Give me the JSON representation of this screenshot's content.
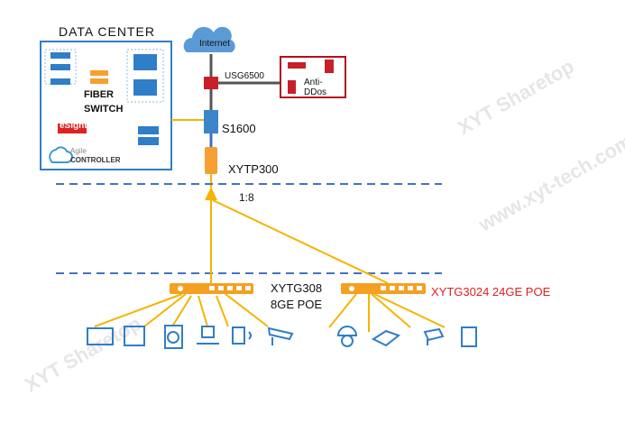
{
  "data_center": {
    "title": "DATA CENTER",
    "fiber_switch_label": "FIBER\nSWITCH",
    "esight_label": "eSight",
    "agile_label": "Agile",
    "controller_label": "CONTROLLER"
  },
  "internet_label": "Internet",
  "firewall_label": "USG6500",
  "anti_ddos_label": "Anti-DDos",
  "core_switch_label": "S1600",
  "olt_label": "XYTP300",
  "splitter_ratio": "1:8",
  "onu1": {
    "model": "XYTG308",
    "desc": "8GE POE"
  },
  "onu2": {
    "label": "XYTG3024 24GE POE"
  },
  "watermarks": [
    "XYT Sharetop",
    "www.xyt-tech.com"
  ],
  "colors": {
    "fiber": "#f5b400",
    "accent_red": "#e02020",
    "blue": "#2f7ec8",
    "dash": "#4472c4"
  }
}
